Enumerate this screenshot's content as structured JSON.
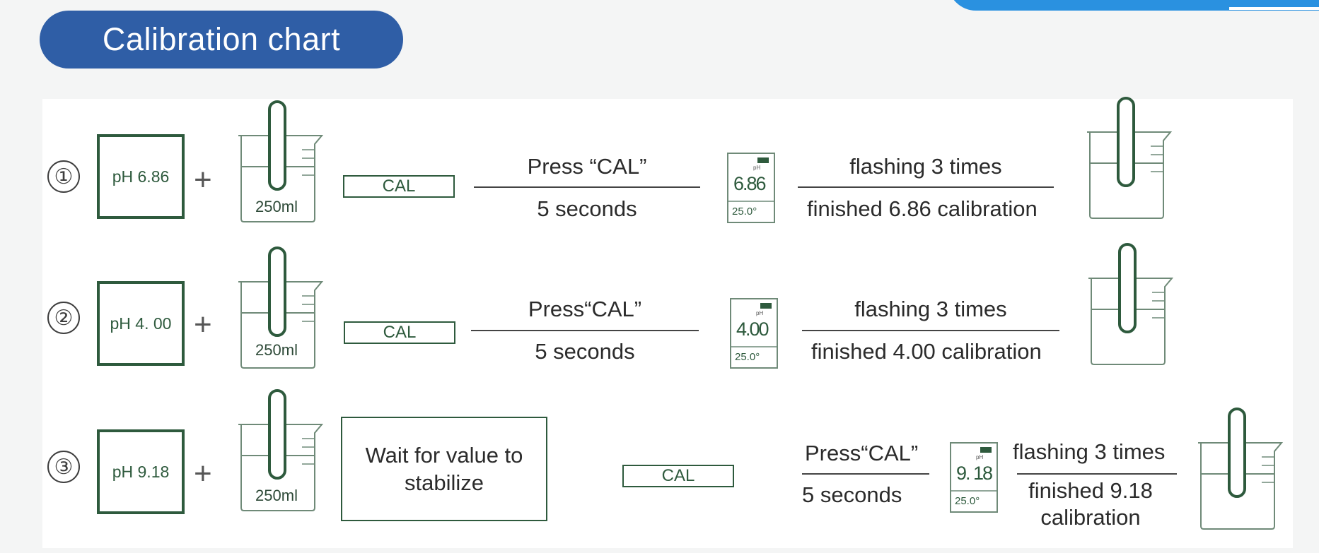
{
  "header": {
    "title": "Calibration chart"
  },
  "rows": [
    {
      "num": "①",
      "ph": "pH 6.86",
      "volume": "250ml",
      "cal": "CAL",
      "press": "Press “CAL”",
      "duration": "5 seconds",
      "meter": {
        "small": "pH",
        "value": "6.86",
        "temp": "25.0°"
      },
      "flash": "flashing 3 times",
      "finished": "finished 6.86 calibration"
    },
    {
      "num": "②",
      "ph": "pH 4. 00",
      "volume": "250ml",
      "cal": "CAL",
      "press": "Press“CAL”",
      "duration": "5 seconds",
      "meter": {
        "small": "pH",
        "value": "4.00",
        "temp": "25.0°"
      },
      "flash": "flashing 3 times",
      "finished": "finished 4.00 calibration"
    },
    {
      "num": "③",
      "ph": "pH 9.18",
      "volume": "250ml",
      "cal": "CAL",
      "wait": "Wait for value to stabilize",
      "press": "Press“CAL”",
      "duration": "5 seconds",
      "meter": {
        "small": "pH",
        "value": "9. 18",
        "temp": "25.0°"
      },
      "flash": "flashing 3 times",
      "finished": "finished 9.18 calibration"
    }
  ],
  "colors": {
    "header_pill": "#2f5ea6",
    "accent_bar": "#2a91e0",
    "line_art": "#2e5a3d"
  }
}
